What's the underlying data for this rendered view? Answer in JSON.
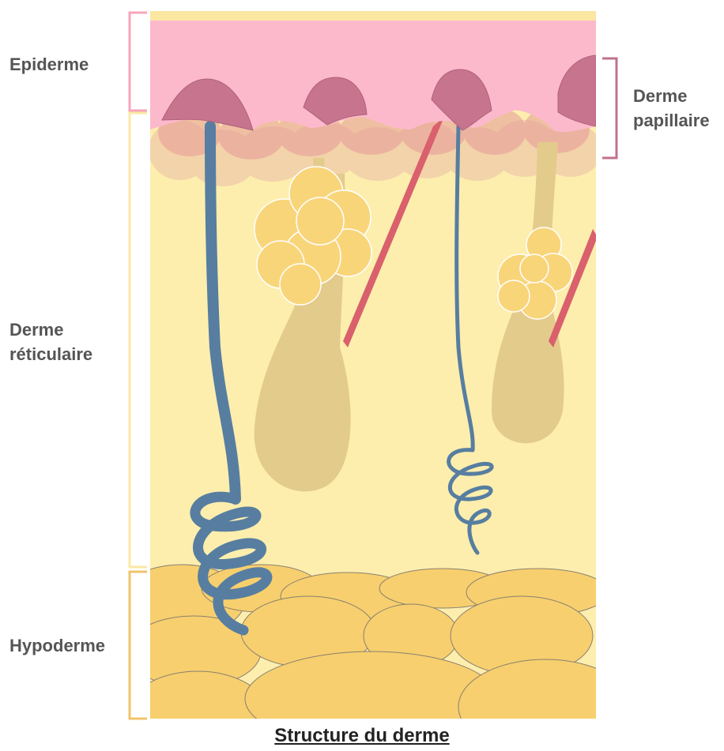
{
  "labels": {
    "epiderme": "Epiderme",
    "derme_papillaire_1": "Derme",
    "derme_papillaire_2": "papillaire",
    "derme_reticulaire_1": "Derme",
    "derme_reticulaire_2": "réticulaire",
    "hypoderme": "Hypoderme"
  },
  "caption": "Structure du derme",
  "colors": {
    "epidermis": "#fdb9cc",
    "papilla": "#c7748f",
    "dermis": "#fdeeae",
    "hypodermis_fat": "#f7cf6e",
    "sweat_gland": "#577ea0",
    "sebaceous_gland": "#f9d57a",
    "hair_follicle": "#e3cb8c",
    "arrector_muscle": "#d9606c",
    "bracket_epiderme": "#f6a5b9",
    "bracket_papillaire": "#c0728c",
    "bracket_reticulaire": "#fbe8a4",
    "bracket_hypoderme": "#f0c36b"
  }
}
